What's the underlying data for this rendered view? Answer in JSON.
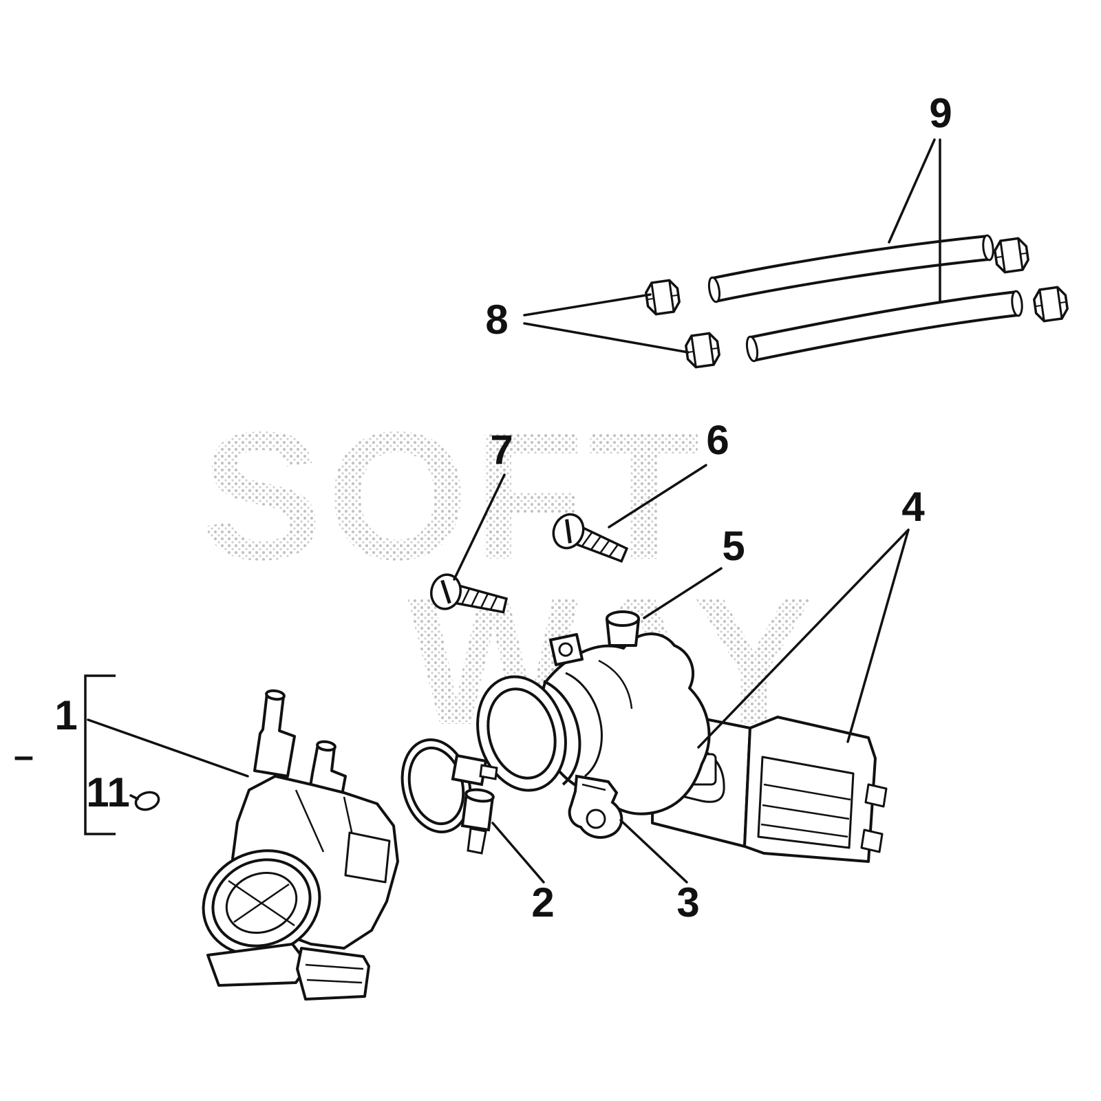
{
  "figure": {
    "background": "#ffffff",
    "line_color": "#111111",
    "watermark": {
      "line1": "SOFT",
      "line2": "WAY",
      "dot_color": "#c2c2c2"
    },
    "left_tick": "–"
  },
  "callouts": {
    "c1": "1",
    "c2": "2",
    "c3": "3",
    "c4": "4",
    "c5": "5",
    "c6": "6",
    "c7": "7",
    "c8": "8",
    "c9": "9",
    "c11": "11"
  }
}
